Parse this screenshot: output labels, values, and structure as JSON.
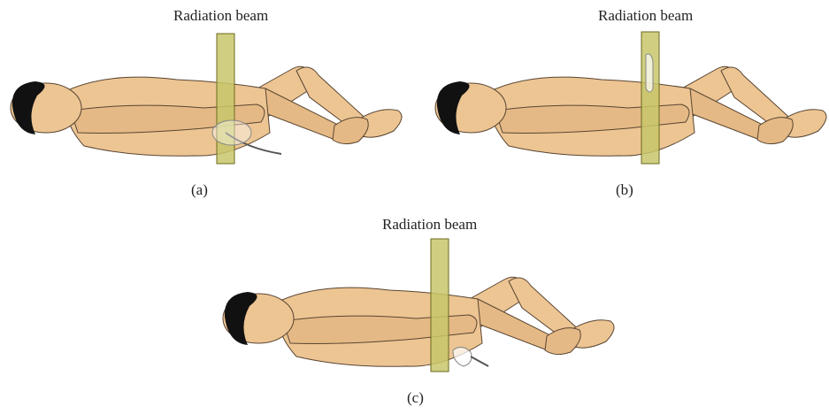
{
  "figure": {
    "panels": [
      {
        "id": "a",
        "beam_label": "Radiation beam",
        "sub_label": "(a)",
        "device": "catheter-posterior"
      },
      {
        "id": "b",
        "beam_label": "Radiation beam",
        "sub_label": "(b)",
        "device": "balloon-anterior"
      },
      {
        "id": "c",
        "beam_label": "Radiation beam",
        "sub_label": "(c)",
        "device": "balloon-posterior"
      }
    ]
  },
  "colors": {
    "skin": "#ecc593",
    "skin_shadow": "#d9a86d",
    "hair": "#111111",
    "beam": "#c8c66a",
    "beam_edge": "#6b6a1e",
    "outline": "#5a4532"
  }
}
